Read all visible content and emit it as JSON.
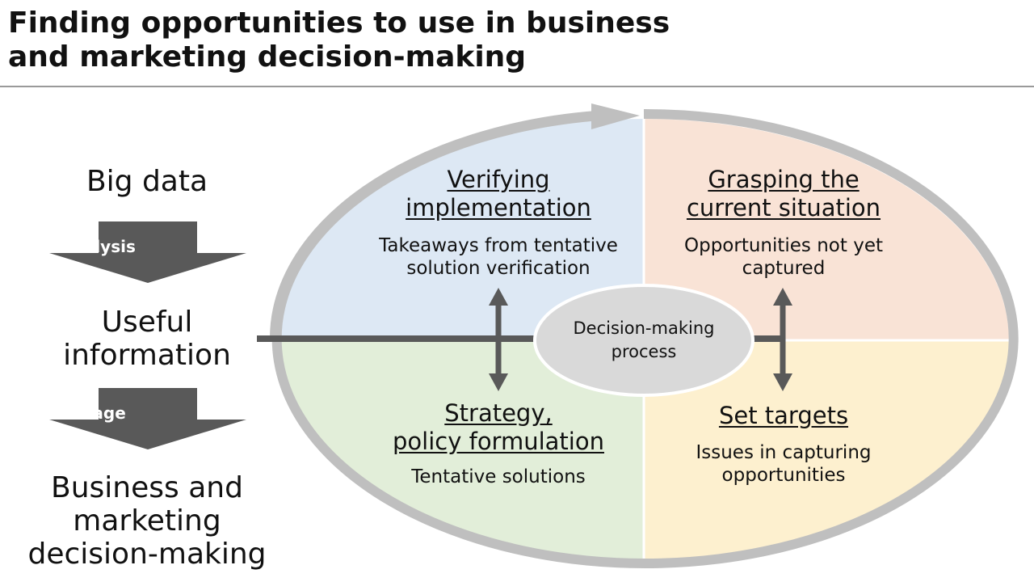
{
  "header": {
    "title_line1": "Finding opportunities to use in business",
    "title_line2": "and marketing decision-making"
  },
  "left_flow": {
    "big_data": "Big data",
    "analysis_label": "Analysis",
    "useful_line1": "Useful",
    "useful_line2": "information",
    "usage_label": "Usage",
    "result_line1": "Business and",
    "result_line2": "marketing",
    "result_line3": "decision-making"
  },
  "cycle": {
    "verifying": {
      "title_line1": "Verifying",
      "title_line2": "implementation",
      "desc_line1": "Takeaways from tentative",
      "desc_line2": "solution verification",
      "color": "#dde8f4"
    },
    "grasping": {
      "title_line1": "Grasping the",
      "title_line2": "current situation",
      "desc_line1": "Opportunities not yet",
      "desc_line2": "captured",
      "color": "#f9e3d6"
    },
    "strategy": {
      "title_line1": "Strategy,",
      "title_line2": "policy formulation",
      "desc_line1": "Tentative solutions",
      "color": "#e2eed9"
    },
    "targets": {
      "title_line1": "Set targets",
      "desc_line1": "Issues in capturing",
      "desc_line2": "opportunities",
      "color": "#fdf0cf"
    },
    "center_line1": "Decision-making",
    "center_line2": "process",
    "ring_color": "#bfbfbf",
    "arrow_color": "#595959"
  }
}
